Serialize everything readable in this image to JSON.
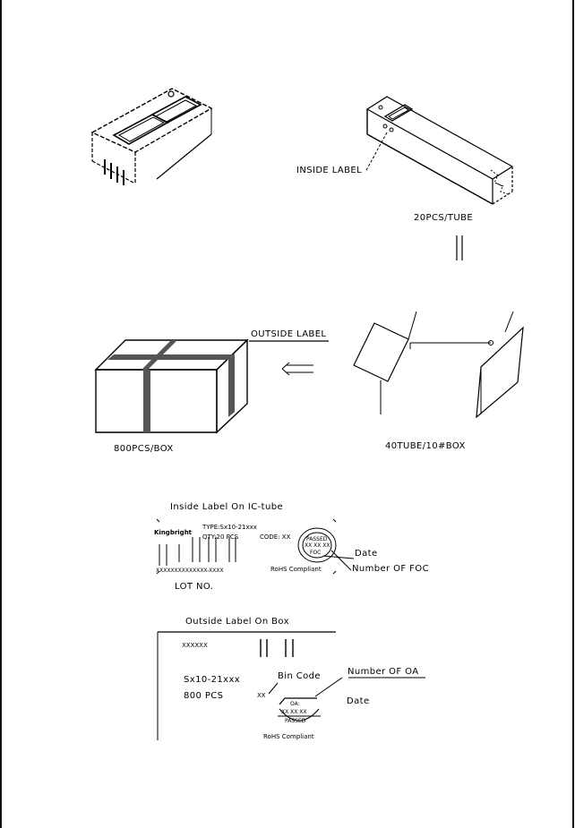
{
  "labels": {
    "inside_label": "INSIDE LABEL",
    "tube_qty": "20PCS/TUBE",
    "outside_label": "OUTSIDE LABEL",
    "box_qty": "800PCS/BOX",
    "tube_box": "40TUBE/10#BOX"
  },
  "inside_tube_label": {
    "heading": "Inside Label On IC-tube",
    "brand": "Kingbright",
    "type_line": "TYPE:Sx10-21xxx",
    "qty_line": "QTY:20 PCS",
    "code_line": "CODE: XX",
    "lot_digits": "XXXXXXXXXXXXXX-XXXX",
    "lot_no": "LOT NO.",
    "seal_top": "PASSED",
    "seal_mid": "XX XX XX",
    "seal_bottom": "FOC",
    "rohs": "RoHS Compliant",
    "date_callout": "Date",
    "foc_callout": "Number OF FOC"
  },
  "outside_box_label": {
    "heading": "Outside Label On Box",
    "code": "XXXXXX",
    "part": "Sx10-21xxx",
    "qty": "800 PCS",
    "bin_value": "XX",
    "bin_code": "Bin Code",
    "oa_callout": "Number OF OA",
    "date_callout": "Date",
    "seal_top": "OA:",
    "seal_mid": "XX XX XX",
    "seal_bottom": "PASSED",
    "rohs": "RoHS Compliant"
  }
}
